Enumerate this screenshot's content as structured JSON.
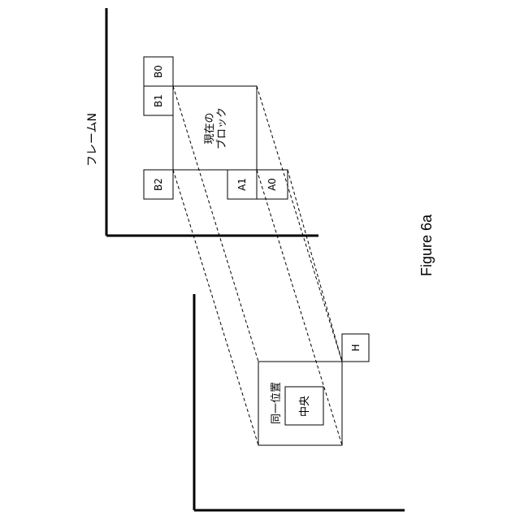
{
  "figure_caption": "Figure 6a",
  "frame_n": {
    "label": "フレームN",
    "current_block_line1": "現在の",
    "current_block_line2": "ブロック",
    "neighbors": {
      "B0": "B0",
      "B1": "B1",
      "B2": "B2",
      "A1": "A1",
      "A0": "A0"
    }
  },
  "colocated": {
    "label": "同一位置",
    "center": "中央",
    "H": "H"
  }
}
